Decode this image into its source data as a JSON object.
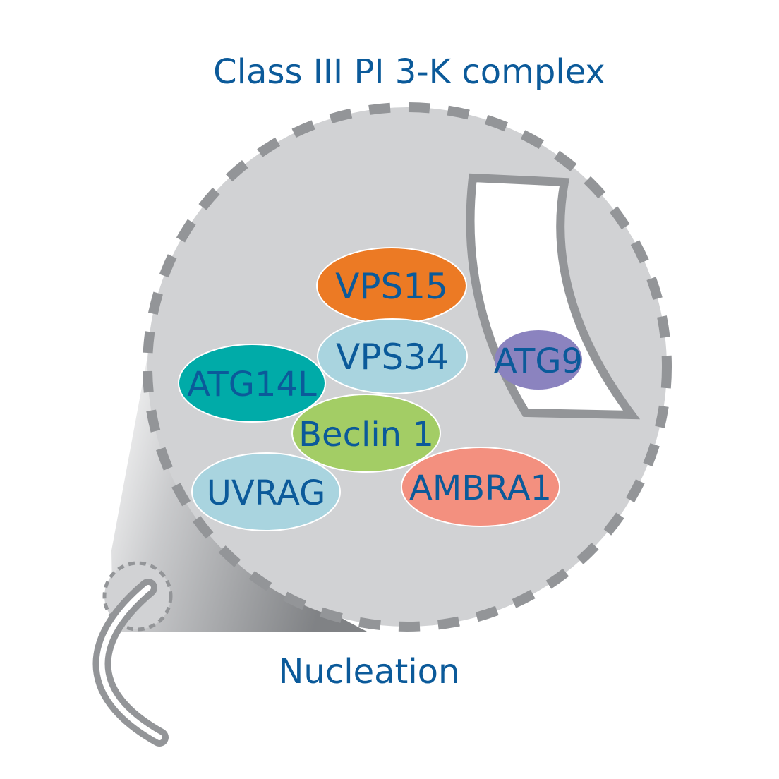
{
  "title": "Class III PI 3-K complex",
  "caption": "Nucleation",
  "colors": {
    "text": "#0b5a9a",
    "circle_fill": "#d1d2d4",
    "outline": "#939598",
    "vps15": "#ec7a24",
    "vps34": "#a9d4df",
    "atg14l": "#00aba8",
    "beclin1": "#a3cd65",
    "uvrag": "#a9d4df",
    "ambra1": "#f3907f",
    "atg9": "#8b83bf"
  },
  "proteins": {
    "vps15": "VPS15",
    "vps34": "VPS34",
    "atg14l": "ATG14L",
    "beclin1": "Beclin 1",
    "uvrag": "UVRAG",
    "ambra1": "AMBRA1",
    "atg9": "ATG9"
  },
  "icons": {
    "magnifier": "zoom-callout",
    "membrane": "phagophore-membrane",
    "isolation_membrane": "curved-membrane"
  }
}
